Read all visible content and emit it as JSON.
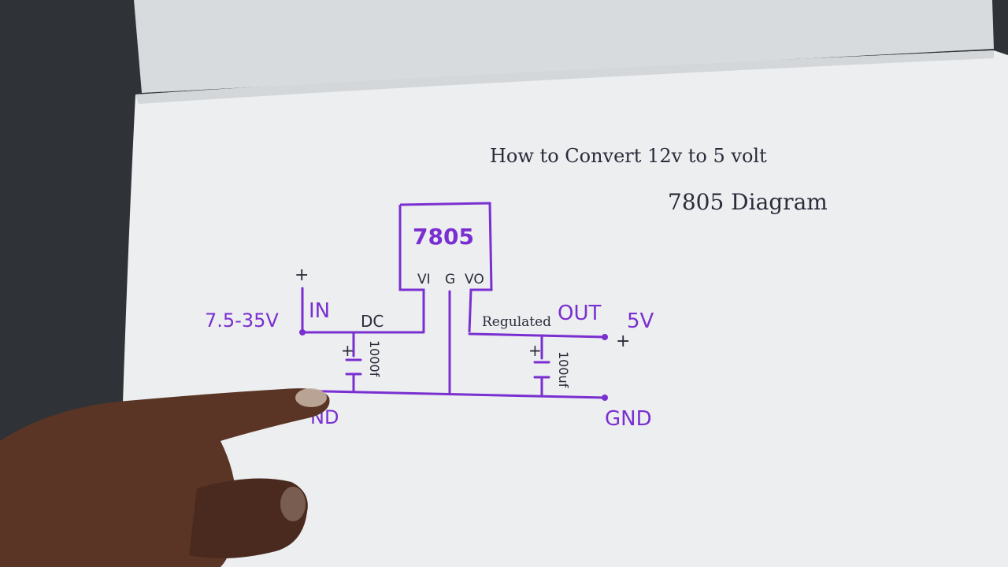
{
  "heading": {
    "line1": "How to Convert 12v to 5 volt",
    "line2": "7805 Diagram"
  },
  "regulator": {
    "name": "7805",
    "pin_in": "VI",
    "pin_gnd": "G",
    "pin_out": "VO"
  },
  "input": {
    "plus": "+",
    "range": "7.5-35V",
    "label": "IN",
    "dc": "DC",
    "cap_plus": "+",
    "cap_value": "1000f",
    "gnd": "ND"
  },
  "output": {
    "regulated": "Regulated",
    "label": "OUT",
    "volts": "5V",
    "plus": "+",
    "cap_plus": "+",
    "cap_value": "100uf",
    "gnd": "GND"
  },
  "colors": {
    "ink_purple": "#7a2fd0",
    "ink_dark": "#2b2b3a",
    "paper": "#eef0f1",
    "paper_shadow": "#d9dcde",
    "background": "#2f3236",
    "skin": "#5a3526"
  }
}
